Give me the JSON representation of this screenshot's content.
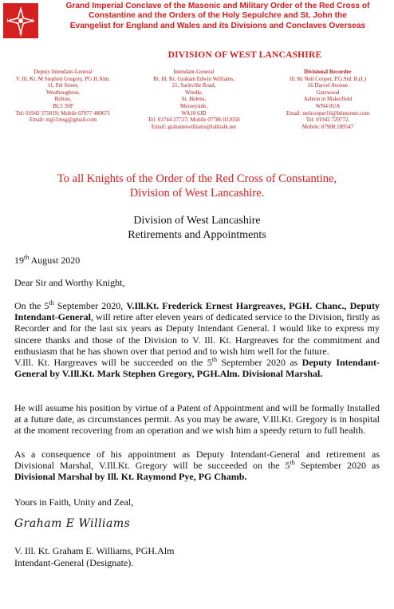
{
  "header": {
    "org_line1": "Grand Imperial Conclave of the Masonic and Military Order of the Red Cross of",
    "org_line2": "Constantine and the Orders of the Holy Sepulchre and St. John the",
    "org_line3": "Evangelist for England and Wales and its Divisions and Conclaves Overseas",
    "division": "DIVISION OF WEST LANCASHIRE",
    "crest_letters": [
      "I",
      "H",
      "S",
      "V"
    ],
    "accent_color": "#d42020"
  },
  "officers": [
    {
      "role": "Deputy Intendant-General",
      "lines": [
        "V. Ill. Kt. M Stephen Gregory, PG H.Alm.",
        "11, Pel Street,",
        "Westhoughton,",
        "Bolton,",
        "BL5 3SP",
        "Tel: 01942 375019; Mobile 07977 480671",
        "Email: mg51msg@gmail.com"
      ]
    },
    {
      "role": "Intendant-General",
      "lines": [
        "Rt. Ill. Kt. Graham Edwin Williams,",
        "21, Sackville Road,",
        "Windle,",
        "St. Helens,",
        "Merseyside,",
        "WA10 6JD",
        "Tel: 01744 27727;  Mobile  07786 022050",
        "Email: grahamewilliams@talktalk.net"
      ]
    },
    {
      "role": "Divisional Recorder",
      "lines": [
        "Ill. Kt Neil Cooper, P.G.Std. B.(L)",
        "16 Darvel Avenue",
        "Garswood",
        "Ashton in Makerfield",
        "WN4 0UA",
        "Email: neilcooper16@btinternet.com",
        "Tel: 01942 729772,",
        "Mobile: 07908 109547"
      ]
    }
  ],
  "letter": {
    "addressee_line1": "To all Knights of the Order of the Red Cross of Constantine,",
    "addressee_line2": "Division of West Lancashire.",
    "subject_line1": "Division of West Lancashire",
    "subject_line2": "Retirements and Appointments",
    "date_day": "19",
    "date_suffix": "th",
    "date_rest": " August 2020",
    "salutation": "Dear Sir and Worthy Knight,",
    "p1": {
      "a": "On the 5",
      "sup": "th",
      "b": " September 2020, ",
      "bold": "V.Ill.Kt. Frederick Ernest Hargreaves, PGH. Chanc., Deputy Intendant-General",
      "c": ", will retire after eleven years of dedicated service to the Division, firstly as Recorder and for the last six years as Deputy Intendant General.  I would like to express my sincere thanks and those of the Division to V. Ill. Kt. Hargreaves for the commitment and enthusiasm that he has shown over that period and to wish him well for the future."
    },
    "p2": {
      "a": "V.Ill. Kt. Hargreaves will be succeeded on the 5",
      "sup": "th",
      "b": " September 2020 as ",
      "bold": "Deputy Intendant-General by V.Ill.Kt. Mark Stephen Gregory, PGH.Alm. Divisional Marshal."
    },
    "p3": "He will assume his position by virtue of a Patent of Appointment and will be formally Installed at a future date, as circumstances permit. As you may be aware, V.Ill.Kt. Gregory is in hospital at the moment recovering from an operation and we wish him a speedy return to full health.",
    "p4": {
      "a": "As a consequence of his appointment as Deputy Intendant-General and retirement as Divisional Marshal, V.Ill.Kt. Gregory will be succeeded on the 5",
      "sup": "th",
      "b": " September 2020 as ",
      "bold1": "Divisional Marshal",
      "c": " by ",
      "bold2": "Ill. Kt. Raymond Pye, PG Chamb."
    },
    "closing": "Yours in Faith, Unity and Zeal,",
    "signature": "Graham E Williams",
    "signatory_line1": "V. Ill. Kt. Graham E. Williams, PGH.Alm",
    "signatory_line2": "Intendant-General (Designate)."
  }
}
